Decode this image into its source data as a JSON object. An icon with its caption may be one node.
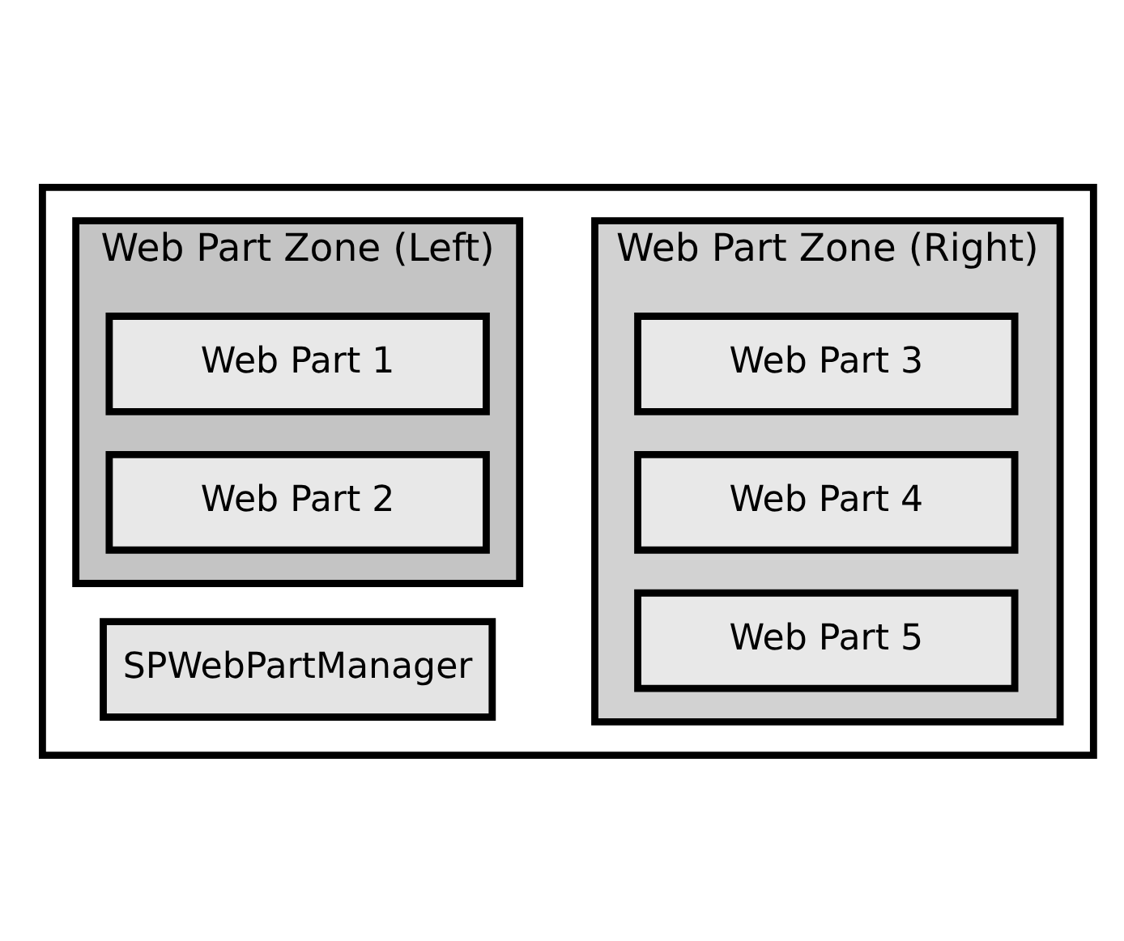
{
  "diagram": {
    "nodes": [
      {
        "text": [],
        "shape": "box"
      },
      {
        "text": [
          "SPWebPartManager"
        ],
        "in": 0
      },
      {
        "text": [
          "Web Part Zone (Left)"
        ],
        "in": 0
      },
      {
        "text": [
          "Web Part 1"
        ],
        "in": 2
      },
      {
        "text": [
          "Web Part 2"
        ],
        "in": 2
      },
      {
        "text": [
          "Web Part Zone (Right)"
        ],
        "in": 0
      },
      {
        "text": [
          "Web Part 3"
        ],
        "in": 5
      },
      {
        "text": [
          "Web Part 4"
        ],
        "in": 5
      },
      {
        "text": [
          "Web Part 5"
        ],
        "in": 5
      }
    ],
    "edges": []
  }
}
